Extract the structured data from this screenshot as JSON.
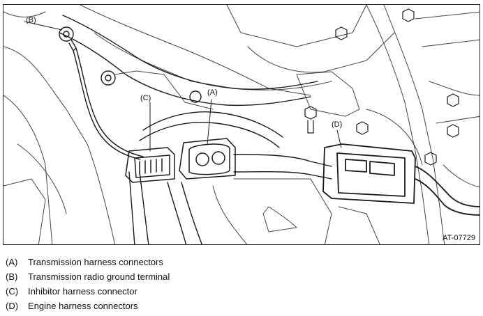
{
  "figure": {
    "callouts": {
      "a": "(A)",
      "b": "(B)",
      "c": "(C)",
      "d": "(D)"
    },
    "figure_id": "AT-07729"
  },
  "legend": [
    {
      "key": "(A)",
      "text": "Transmission harness connectors"
    },
    {
      "key": "(B)",
      "text": "Transmission radio ground terminal"
    },
    {
      "key": "(C)",
      "text": "Inhibitor harness connector"
    },
    {
      "key": "(D)",
      "text": "Engine harness connectors"
    }
  ]
}
